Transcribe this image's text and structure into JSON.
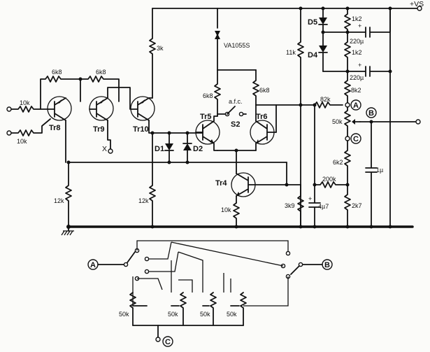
{
  "supply": {
    "label": "+VS"
  },
  "transistors": {
    "tr8": "Tr8",
    "tr9": "Tr9",
    "tr10": "Tr10",
    "tr5": "Tr5",
    "tr6": "Tr6",
    "tr4": "Tr4"
  },
  "diodes": {
    "d1": "D1",
    "d2": "D2",
    "d4": "D4",
    "d5": "D5"
  },
  "switch": {
    "s2": "S2",
    "afc": "a.f.c."
  },
  "nodes": {
    "x": "X",
    "a": "A",
    "b": "B",
    "c": "C"
  },
  "parts": {
    "ic": "VA1055S",
    "in_r1": "10k",
    "in_r2": "10k",
    "r_6k8_left": "6k8",
    "r_6k8_right": "6k8",
    "r_3k": "3k",
    "r_6k8_tr5": "6k8",
    "r_6k8_tr6": "6k8",
    "r_11k": "11k",
    "r_1k2_top": "1k2",
    "r_1k2_mid": "1k2",
    "c_220_top": "220µ",
    "c_220_mid": "220µ",
    "r_8k2": "8k2",
    "r_82k": "82k",
    "pot_50k": "50k",
    "r_6k2": "6k2",
    "r_200k": "200k",
    "c_4u7": "4µ7",
    "r_3k9": "3k9",
    "r_2k7": "2k7",
    "c_1u": "1µ",
    "r_12k_left": "12k",
    "r_12k_right": "12k",
    "r_10k_tr4": "10k"
  },
  "bank": {
    "pots": [
      "50k",
      "50k",
      "50k",
      "50k"
    ],
    "node_a": "A",
    "node_b": "B",
    "node_c": "C"
  }
}
